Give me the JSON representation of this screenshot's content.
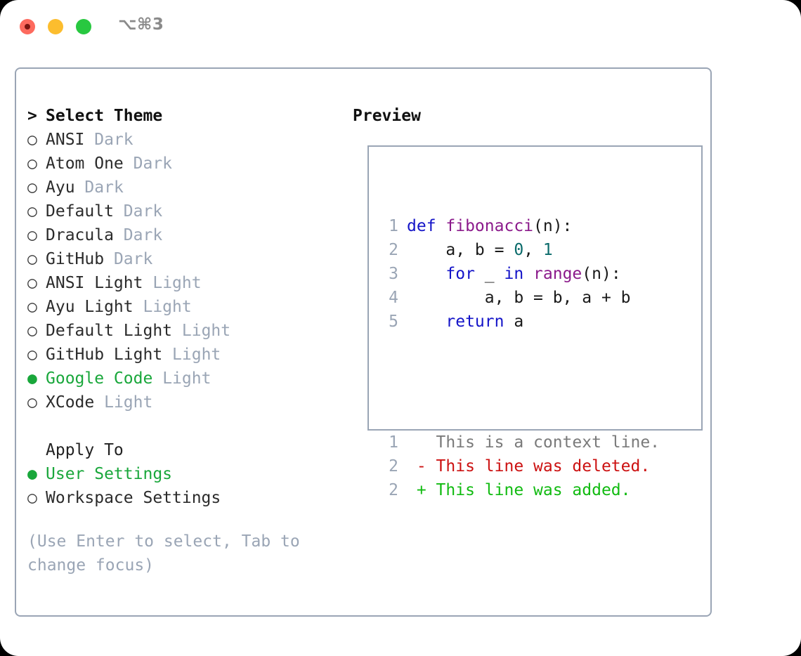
{
  "window": {
    "shortcut": "⌥⌘3",
    "traffic_lights": [
      "close",
      "minimize",
      "zoom"
    ],
    "accent_green": "#19a73b",
    "border_color": "#9aa5b5",
    "muted_color": "#9aa5b5"
  },
  "theme_picker": {
    "header": "Select Theme",
    "caret": ">",
    "bullet_unselected": "○",
    "bullet_selected": "●",
    "items": [
      {
        "name": "ANSI",
        "tag": "Dark",
        "selected": false
      },
      {
        "name": "Atom One",
        "tag": "Dark",
        "selected": false
      },
      {
        "name": "Ayu",
        "tag": "Dark",
        "selected": false
      },
      {
        "name": "Default",
        "tag": "Dark",
        "selected": false
      },
      {
        "name": "Dracula",
        "tag": "Dark",
        "selected": false
      },
      {
        "name": "GitHub",
        "tag": "Dark",
        "selected": false
      },
      {
        "name": "ANSI Light",
        "tag": "Light",
        "selected": false
      },
      {
        "name": "Ayu Light",
        "tag": "Light",
        "selected": false
      },
      {
        "name": "Default Light",
        "tag": "Light",
        "selected": false
      },
      {
        "name": "GitHub Light",
        "tag": "Light",
        "selected": false
      },
      {
        "name": "Google Code",
        "tag": "Light",
        "selected": true
      },
      {
        "name": "XCode",
        "tag": "Light",
        "selected": false
      }
    ]
  },
  "apply_to": {
    "header": "Apply To",
    "items": [
      {
        "name": "User Settings",
        "selected": true
      },
      {
        "name": "Workspace Settings",
        "selected": false
      }
    ]
  },
  "hint": "(Use Enter to select, Tab to change focus)",
  "preview": {
    "title": "Preview",
    "code_lines": [
      {
        "num": "1",
        "indent": "",
        "tokens": [
          {
            "t": "def ",
            "c": "kw"
          },
          {
            "t": "fibonacci",
            "c": "fn"
          },
          {
            "t": "(n):",
            "c": "pl"
          }
        ]
      },
      {
        "num": "2",
        "indent": "    ",
        "tokens": [
          {
            "t": "a, b = ",
            "c": "pl"
          },
          {
            "t": "0",
            "c": "num"
          },
          {
            "t": ", ",
            "c": "pl"
          },
          {
            "t": "1",
            "c": "num"
          }
        ]
      },
      {
        "num": "3",
        "indent": "    ",
        "tokens": [
          {
            "t": "for ",
            "c": "kw"
          },
          {
            "t": "_ ",
            "c": "pl"
          },
          {
            "t": "in ",
            "c": "kw"
          },
          {
            "t": "range",
            "c": "fn"
          },
          {
            "t": "(n):",
            "c": "pl"
          }
        ]
      },
      {
        "num": "4",
        "indent": "        ",
        "tokens": [
          {
            "t": "a, b = b, a + b",
            "c": "pl"
          }
        ]
      },
      {
        "num": "5",
        "indent": "    ",
        "tokens": [
          {
            "t": "return ",
            "c": "kw"
          },
          {
            "t": "a",
            "c": "pl"
          }
        ]
      }
    ],
    "diff_lines": [
      {
        "num": "1",
        "marker": " ",
        "text": "This is a context line.",
        "kind": "ctx"
      },
      {
        "num": "2",
        "marker": "-",
        "text": "This line was deleted.",
        "kind": "del"
      },
      {
        "num": "2",
        "marker": "+",
        "text": "This line was added.",
        "kind": "add"
      }
    ],
    "syntax_colors": {
      "keyword": "#1414c8",
      "function": "#8b1a8b",
      "number": "#0b6b6b",
      "plain": "#1a1a1a",
      "line_number": "#9aa5b5",
      "diff_context": "#7a7a7a",
      "diff_deleted": "#cc1111",
      "diff_added": "#11bb11"
    }
  }
}
